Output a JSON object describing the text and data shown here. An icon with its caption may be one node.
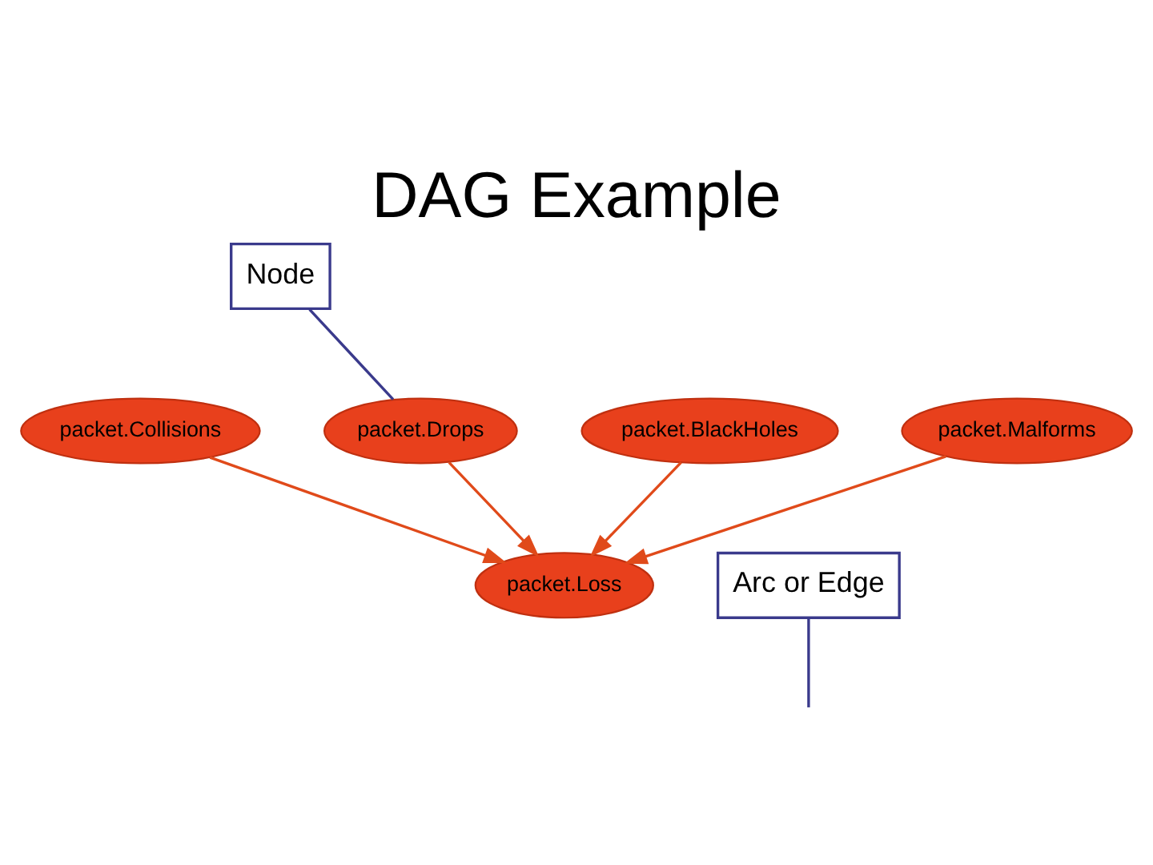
{
  "diagram": {
    "title": "DAG Example",
    "nodes": [
      {
        "text": [
          "Node"
        ]
      },
      {
        "text": [
          "Arc or Edge"
        ]
      },
      {
        "text": [
          "packet.Collisions"
        ]
      },
      {
        "text": [
          "packet.Drops"
        ]
      },
      {
        "text": [
          "packet.BlackHoles"
        ]
      },
      {
        "text": [
          "packet.Malforms"
        ]
      },
      {
        "text": [
          "packet.Loss"
        ]
      }
    ],
    "edges": [
      {
        "from": 2,
        "to": 6,
        "arrow": "to"
      },
      {
        "from": 3,
        "to": 6,
        "arrow": "to"
      },
      {
        "from": 4,
        "to": 6,
        "arrow": "to"
      },
      {
        "from": 5,
        "to": 6,
        "arrow": "to"
      },
      {
        "from": 0,
        "to": 3,
        "arrow": "none",
        "color": "#3a3a8c"
      },
      {
        "from": 1,
        "to": null,
        "arrow": "none",
        "color": "#3a3a8c"
      }
    ]
  }
}
